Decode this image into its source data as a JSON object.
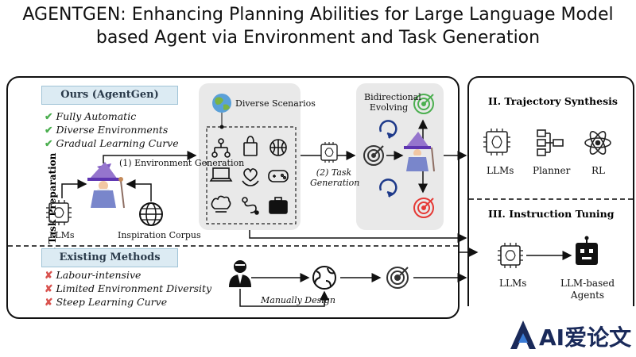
{
  "title": "AGENTGEN: Enhancing Planning Abilities for Large Language Model based Agent via Environment and Task Generation",
  "section_task_prep": "I. Task Preparation",
  "ours": {
    "banner": "Ours (AgentGen)",
    "features": [
      "Fully Automatic",
      "Diverse Environments",
      "Gradual Learning Curve"
    ],
    "step1": "(1) Environment Generation",
    "llms": "LLMs",
    "corpus": "Inspiration Corpus",
    "scenarios": "Diverse Scenarios",
    "step2": "(2) Task Generation",
    "evolving": "Bidirectional Evolving"
  },
  "existing": {
    "banner": "Existing Methods",
    "drawbacks": [
      "Labour-intensive",
      "Limited Environment Diversity",
      "Steep Learning Curve"
    ],
    "manual": "Manually Design"
  },
  "trajectory": {
    "heading": "II. Trajectory Synthesis",
    "items": [
      "LLMs",
      "Planner",
      "RL"
    ]
  },
  "instruction": {
    "heading": "III. Instruction Tuning",
    "llms": "LLMs",
    "agents": "LLM-based Agents"
  },
  "watermark": "AI爱论文",
  "colors": {
    "banner_bg": "#dcebf3",
    "check": "#4caf50",
    "cross": "#d9534f",
    "target_green": "#4caf50",
    "target_red": "#e53935"
  }
}
